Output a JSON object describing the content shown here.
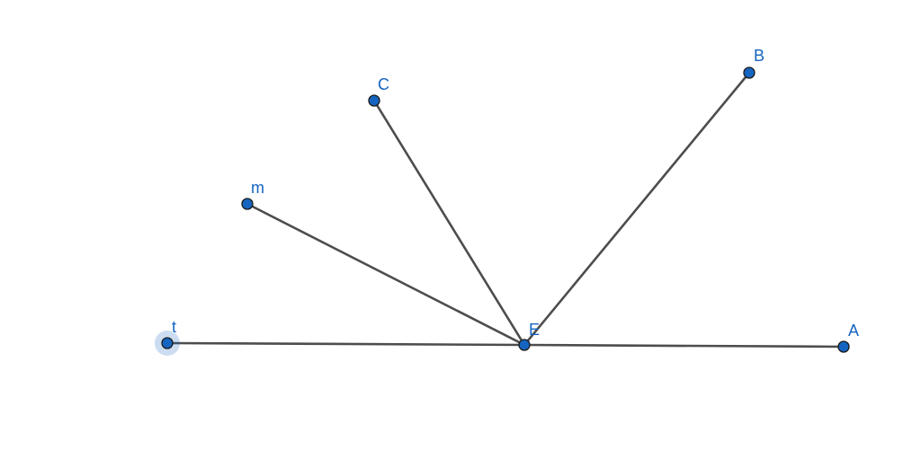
{
  "points": [
    {
      "id": "t",
      "label": "t",
      "selected": true
    },
    {
      "id": "m",
      "label": "m",
      "selected": false
    },
    {
      "id": "C",
      "label": "C",
      "selected": false
    },
    {
      "id": "B",
      "label": "B",
      "selected": false
    },
    {
      "id": "E",
      "label": "E",
      "selected": false
    },
    {
      "id": "A",
      "label": "A",
      "selected": false
    }
  ],
  "segments": [
    {
      "from": "E",
      "to": "t"
    },
    {
      "from": "E",
      "to": "m"
    },
    {
      "from": "E",
      "to": "C"
    },
    {
      "from": "E",
      "to": "B"
    },
    {
      "from": "E",
      "to": "A"
    }
  ],
  "colors": {
    "point_fill": "#1565c0",
    "segment": "#4d4d4d",
    "label": "#1565c0"
  }
}
